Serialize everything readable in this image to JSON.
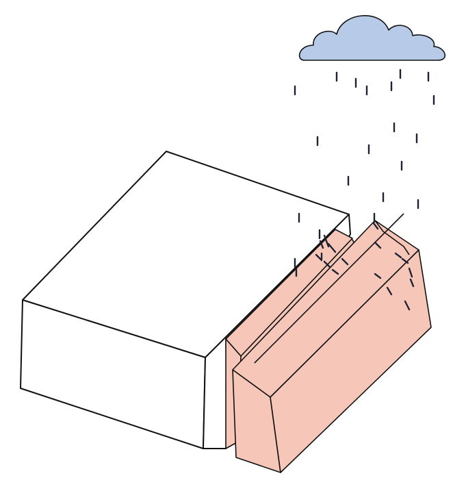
{
  "colors": {
    "background": "#ffffff",
    "outline": "#111111",
    "block_fill": "#ffffff",
    "eroded_fill": "#f6c7b8",
    "cloud_fill": "#b7cbe8",
    "rain": "#1f2233"
  },
  "icons": {
    "cloud": "rain-cloud-icon",
    "rain": "raindrop-dash",
    "block": "rectangular-block",
    "eroded_blocks": "eroded-slabs"
  },
  "drop_count_falling": 22,
  "drop_count_on_surface": 16
}
